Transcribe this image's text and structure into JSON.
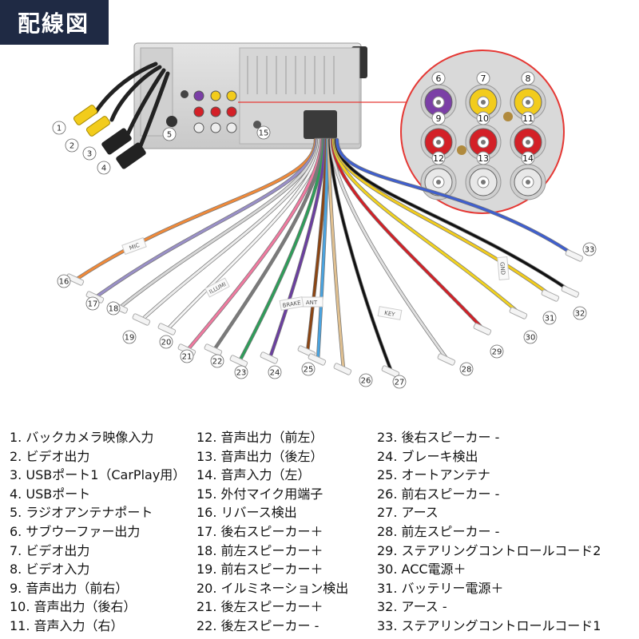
{
  "title": "配線図",
  "colors": {
    "title_bg": "#1f2a44",
    "callout_line": "#e53935",
    "jack_purple": "#7b3fa6",
    "jack_yellow": "#f2cc1c",
    "jack_red": "#d32027",
    "jack_white": "#e8e8e8"
  },
  "inset_jacks": [
    {
      "num": "6",
      "color": "purple"
    },
    {
      "num": "7",
      "color": "yellow"
    },
    {
      "num": "8",
      "color": "yellow"
    },
    {
      "num": "9",
      "color": "red"
    },
    {
      "num": "10",
      "color": "red"
    },
    {
      "num": "11",
      "color": "red"
    },
    {
      "num": "12",
      "color": "white"
    },
    {
      "num": "13",
      "color": "white"
    },
    {
      "num": "14",
      "color": "white"
    }
  ],
  "wire_tags": [
    "MIC",
    "ILLUMI",
    "ANT",
    "GND",
    "KEY",
    "BRAKE"
  ],
  "callouts": [
    "1",
    "2",
    "3",
    "4",
    "5",
    "15",
    "16",
    "17",
    "18",
    "19",
    "20",
    "21",
    "22",
    "23",
    "24",
    "25",
    "26",
    "27",
    "28",
    "29",
    "30",
    "31",
    "32",
    "33"
  ],
  "legend": [
    [
      "1. バックカメラ映像入力",
      "2. ビデオ出力",
      "3. USBポート1（CarPlay用）",
      "4. USBポート",
      "5. ラジオアンテナポート",
      "6. サブウーファー出力",
      "7. ビデオ出力",
      "8. ビデオ入力",
      "9. 音声出力（前右）",
      "10. 音声出力（後右）",
      "11. 音声入力（右）"
    ],
    [
      "12. 音声出力（前左）",
      "13. 音声出力（後左）",
      "14. 音声入力（左）",
      "15. 外付マイク用端子",
      "16. リバース検出",
      "17. 後右スピーカー＋",
      "18. 前左スピーカー＋",
      "19. 前右スピーカー＋",
      "20. イルミネーション検出",
      "21. 後左スピーカー＋",
      "22. 後左スピーカー -"
    ],
    [
      "23. 後右スピーカー -",
      "24. ブレーキ検出",
      "25. オートアンテナ",
      "26. 前右スピーカー -",
      "27. アース",
      "28. 前左スピーカー -",
      "29. ステアリングコントロールコード2",
      "30. ACC電源＋",
      "31. バッテリー電源＋",
      "32. アース -",
      "33. ステアリングコントロールコード1"
    ]
  ]
}
